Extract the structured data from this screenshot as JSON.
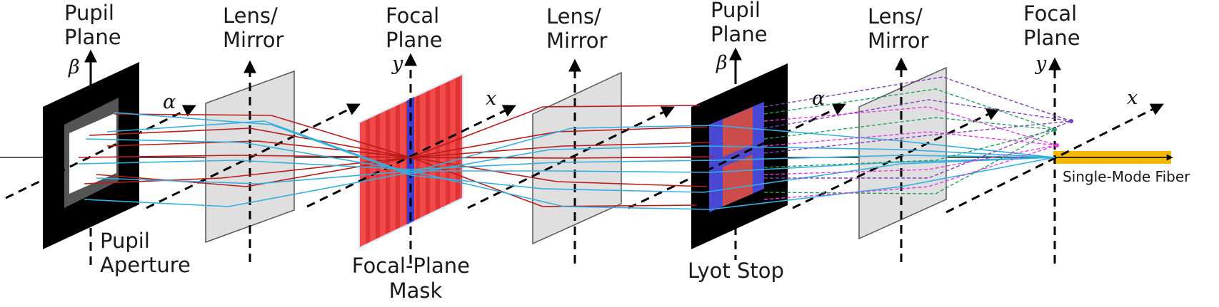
{
  "labels": {
    "pupil_plane_1": [
      "Pupil",
      "Plane"
    ],
    "lens_mirror_1": [
      "Lens/",
      "Mirror"
    ],
    "focal_plane_1": [
      "Focal",
      "Plane"
    ],
    "lens_mirror_2": [
      "Lens/",
      "Mirror"
    ],
    "pupil_plane_2": [
      "Pupil",
      "Plane"
    ],
    "lens_mirror_3": [
      "Lens/",
      "Mirror"
    ],
    "focal_plane_2": [
      "Focal",
      "Plane"
    ],
    "pupil_aperture": [
      "Pupil",
      "Aperture"
    ],
    "focal_plane_mask": [
      "Focal-Plane",
      "Mask"
    ],
    "lyot_stop": "Lyot Stop",
    "single_mode_fiber": "Single-Mode Fiber"
  },
  "axes": {
    "beta": "β",
    "alpha": "α",
    "x": "x",
    "y": "y"
  },
  "colors": {
    "red_rays": "#b81b1b",
    "blue_rays": "#33b0e0",
    "purple_rays": "#7b3fbf",
    "green_rays": "#22a05a",
    "magenta_rays": "#e23ae0",
    "mask_red": "#f04545",
    "lyot_blue": "#4646d2",
    "lyot_red": "#cc4444",
    "fiber": "#f5b800",
    "lens_gray": "#dddddd"
  }
}
